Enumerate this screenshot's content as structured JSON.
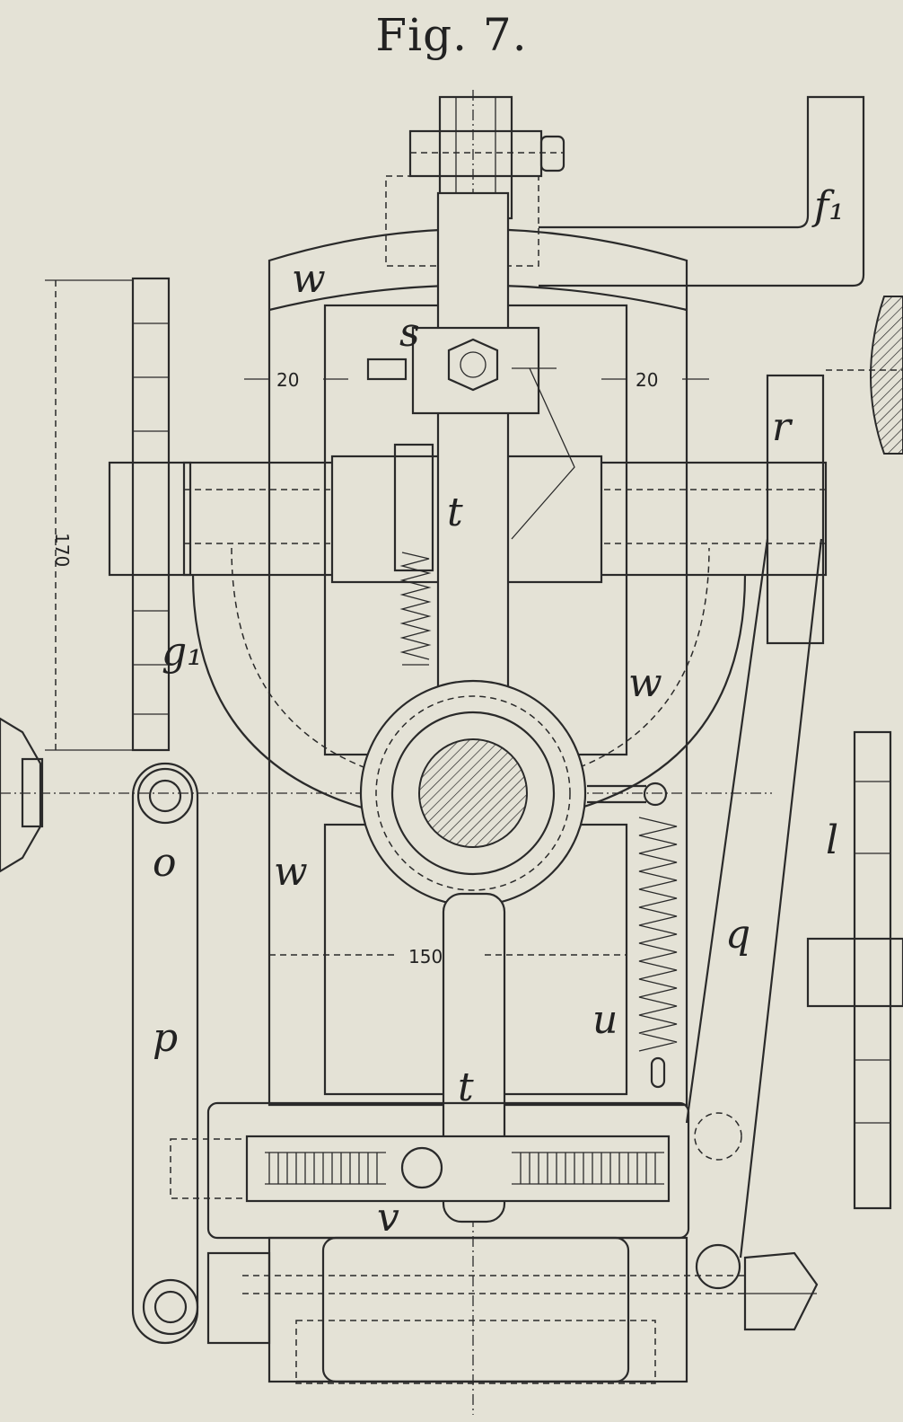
{
  "figure": {
    "title": "Fig. 7."
  },
  "labels": {
    "f1": "f₁",
    "w_top": "w",
    "w_right": "w",
    "w_left": "w",
    "s": "s",
    "t_upper": "t",
    "t_lower": "t",
    "r": "r",
    "q": "q",
    "o": "o",
    "p": "p",
    "u": "u",
    "l": "l",
    "g1": "g₁",
    "v": "v"
  },
  "dimensions": {
    "d20_left": "20",
    "d20_right": "20",
    "d170": "170",
    "d150": "150"
  }
}
